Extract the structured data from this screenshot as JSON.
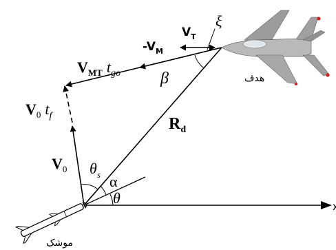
{
  "labels": {
    "v_mt": "V",
    "v_mt_sub": "MT",
    "t_go": "t",
    "t_go_sub": "go",
    "minus_vm": "-V",
    "minus_vm_sub": "M",
    "vt": "V",
    "vt_sub": "T",
    "xi": "ξ",
    "beta": "β",
    "rd": "R",
    "rd_sub": "d",
    "v0tf_v": "V",
    "v0tf_v_sub": "0",
    "v0tf_t": "t",
    "v0tf_t_sub": "f",
    "v0": "V",
    "v0_sub": "0",
    "theta_s": "θ",
    "theta_s_sub": "s",
    "alpha": "α",
    "theta": "θ",
    "x_axis": "x",
    "target": "هدف",
    "missile": "موشک"
  },
  "colors": {
    "line": "#000000",
    "aircraft_body": "#b9b9b9",
    "aircraft_dark": "#8a8a8a",
    "canopy": "#dfe7ec",
    "wingtip": "#d62020"
  },
  "icons": {
    "target": "jet-aircraft-icon",
    "missile": "missile-icon"
  }
}
